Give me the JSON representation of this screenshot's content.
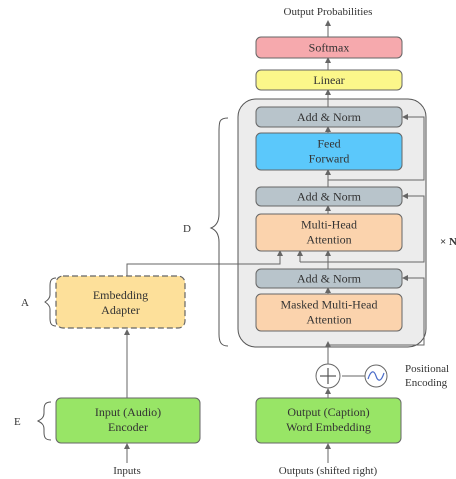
{
  "colors": {
    "softmax": "#f6a9ad",
    "linear": "#fbf78a",
    "add_norm": "#b8c4cb",
    "feed_forward": "#5bc8fb",
    "attention": "#fbd3ad",
    "adapter": "#fde09a",
    "encoder": "#98e566",
    "container": "#ececec",
    "stroke": "#666666"
  },
  "labels": {
    "output_probabilities": "Output Probabilities",
    "softmax": "Softmax",
    "linear": "Linear",
    "add_norm_top": "Add & Norm",
    "feed_forward": [
      "Feed",
      "Forward"
    ],
    "add_norm_mid": "Add & Norm",
    "multi_head_attention": [
      "Multi-Head",
      "Attention"
    ],
    "add_norm_bottom": "Add & Norm",
    "masked_attention": [
      "Masked Multi-Head",
      "Attention"
    ],
    "times_n": "× N",
    "positional_encoding": [
      "Positional",
      "Encoding"
    ],
    "embedding_adapter": [
      "Embedding",
      "Adapter"
    ],
    "input_encoder": [
      "Input (Audio)",
      "Encoder"
    ],
    "output_embedding": [
      "Output (Caption)",
      "Word Embedding"
    ],
    "inputs": "Inputs",
    "outputs": "Outputs (shifted right)",
    "brace_d": "D",
    "brace_a": "A",
    "brace_e": "E"
  },
  "icons": {
    "plus": "plus-circle-icon",
    "sine": "sine-wave-icon"
  }
}
